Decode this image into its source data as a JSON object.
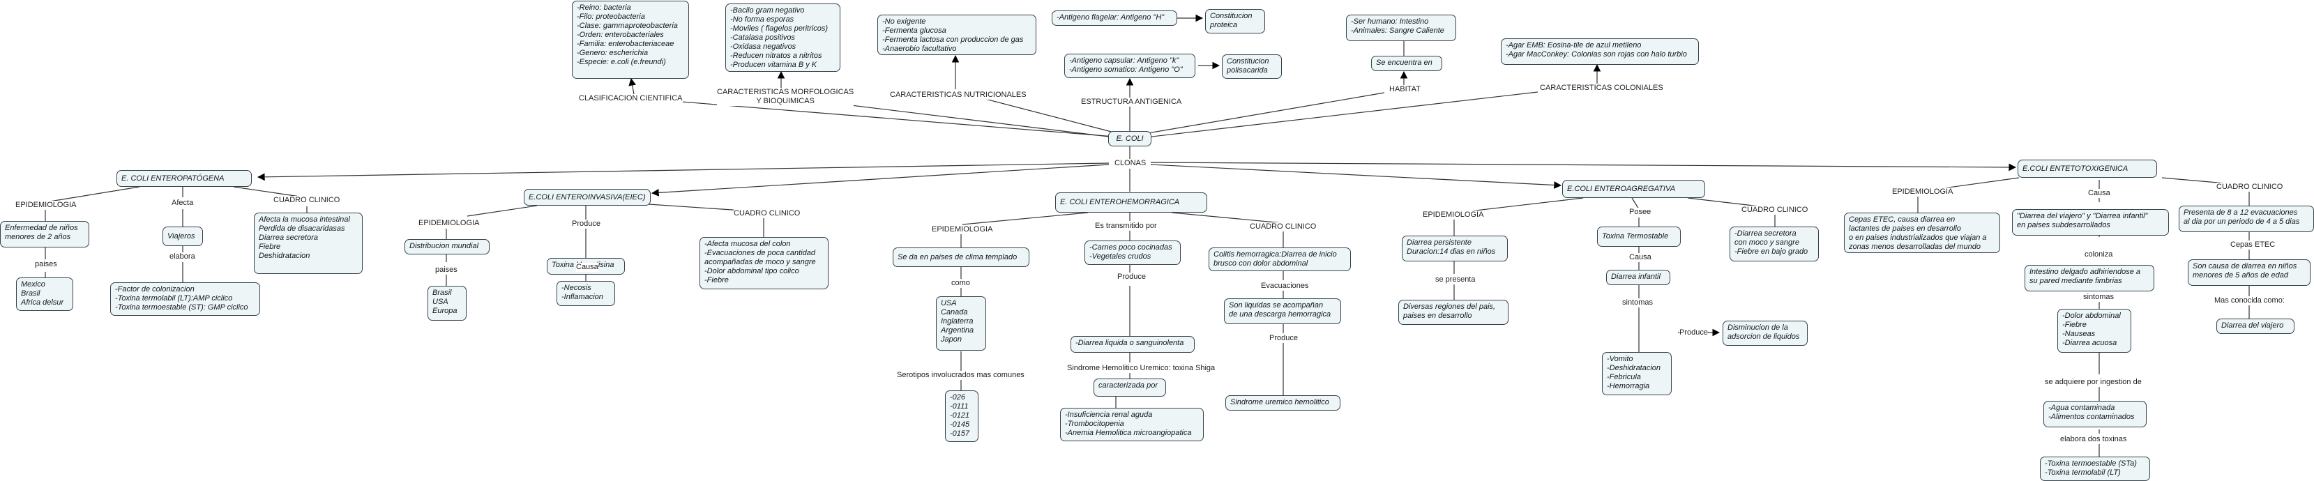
{
  "root": "E. COLI",
  "nodes": {
    "clasificacion": "-Reino: bacteria\n-Filo: proteobacteria\n-Clase: gammaproteobacteria\n-Orden: enterobacteriales\n-Familia: enterobacteriaceae\n-Genero: escherichia\n-Especie: e.coli (e.freundi)",
    "morfologicas": "-Bacilo gram negativo\n-No forma esporas\n-Moviles ( flagelos peritricos)\n-Catalasa positivos\n-Oxidasa negativos\n-Reducen nitratos a nitritos\n-Producen vitamina B y K",
    "nutricionales": "-No exigente\n-Fermenta glucosa\n-Fermenta lactosa con produccion de gas\n-Anaerobio facultativo",
    "antigeno_flagelar": "-Antigeno flagelar: Antigeno \"H\"",
    "constitucion_proteica": "Constitucion\nproteica",
    "antigeno_capsular": "-Antigeno capsular: Antigeno \"k\"\n-Antigeno somatico: Antigeno \"O\"",
    "constitucion_polisacarida": "Constitucion\npolisacarida",
    "habitat_ser_humano": "-Ser humano: Intestino\n-Animales: Sangre Caliente",
    "se_encuentra": "Se encuentra en",
    "agar": "-Agar EMB: Eosina-tile de azul metileno\n-Agar MacConkey: Colonias son rojas con halo turbio",
    "epec": "E. COLI ENTEROPATÓGENA (EPEC)",
    "epec_epi": "Enfermedad de niños\nmenores de 2 años",
    "epec_paises": "Mexico\nBrasil\nAfrica delsur",
    "epec_viajeros": "Viajeros",
    "epec_factor": "-Factor de colonizacion\n-Toxina termolabil (LT):AMP ciclico\n-Toxina termoestable (ST): GMP ciclico",
    "epec_clinico": "Afecta la mucosa intestinal\nPerdida de disacaridasas\nDiarrea secretora\nFiebre\nDeshidratacion",
    "eiec": "E.COLI ENTEROINVASIVA(EIEC)",
    "eiec_distribucion": "Distribucion mundial",
    "eiec_paises": "Brasil\nUSA\nEuropa",
    "eiec_toxina": "Toxina Hemolisina",
    "eiec_necrosis": "-Necosis\n-Inflamacion",
    "eiec_clinico": "-Afecta mucosa del colon\n-Evacuaciones de poca cantidad\nacompañadas de moco y sangre\n-Dolor abdominal tipo colico\n-Fiebre",
    "ehec": "E. COLI ENTEROHEMORRAGICA (EHEC)",
    "ehec_clima": "Se da en paises de clima templado",
    "ehec_paises": "USA\nCanada\nInglaterra\nArgentina\nJapon",
    "ehec_serotipos": "-026\n-0111\n-0121\n-0145\n-0157",
    "ehec_carnes": "-Carnes poco cocinadas\n-Vegetales crudos",
    "ehec_diarrea": "-Diarrea liquida o sanguinolenta",
    "ehec_caracterizado": "caracterizada por",
    "ehec_insuficiencia": "-Insuficiencia renal aguda\n-Trombocitopenia\n-Anemia Hemolitica microangiopatica",
    "ehec_colitis": "Colitis hemorragica:Diarrea de inicio\nbrusco con dolor abdominal",
    "ehec_liquidas": "Son liquidas se acompañan\nde una descarga hemorragica",
    "ehec_sindrome": "Sindrome uremico hemolitico",
    "eaec": "E.COLI ENTEROAGREGATIVA (EAEC)",
    "eaec_diarrea": "Diarrea persistente\nDuracion:14 dias en niños",
    "eaec_regiones": "Diversas regiones del pais,\npaises en desarrollo",
    "eaec_toxina": "Toxina Termostable",
    "eaec_infantil": "Diarrea infantil",
    "eaec_sintomas": "-Vomito\n-Deshidratacion\n-Febricula\n-Hemorragia",
    "eaec_disminucion": "Disminucion de la\nadsorcion de liquidos",
    "eaec_clinico": "-Diarrea secretora\ncon moco y sangre\n-Fiebre en bajo grado",
    "etec": "E.COLI ENTETOTOXIGENICA (RTEC)",
    "etec_cepas": "Cepas ETEC, causa diarrea en\nlactantes de paises en desarrollo\no en paises industrializados que viajan a\nzonas menos desarrolladas del mundo",
    "etec_causa": "\"Diarrea del viajero\" y \"Diarrea infantil\"\nen paises subdesarrollados",
    "etec_intestino": "Intestino delgado adhiriendose a\nsu pared mediante fimbrias",
    "etec_sintomas": "-Dolor abdominal\n-Fiebre\n-Nauseas\n-Diarrea acuosa",
    "etec_agua": "-Agua contaminada\n-Alimentos contaminados",
    "etec_toxinas": "-Toxina termoestable (STa)\n-Toxina termolabil (LT)",
    "etec_clinico": "Presenta de 8 a 12 evacuaciones\nal dia por un periodo de 4 a 5 dias",
    "etec_cepas_son": "Son causa de diarrea en niños\nmenores de 5 años de edad",
    "etec_viajero": "Diarrea del viajero"
  },
  "labels": {
    "clasificacion_cientifica": "CLASIFICACION CIENTIFICA",
    "caracteristicas_morfologicas": "CARACTERISTICAS MORFOLOGICAS\nY BIOQUIMICAS",
    "caracteristicas_nutricionales": "CARACTERISTICAS NUTRICIONALES",
    "estructura_antigenica": "ESTRUCTURA ANTIGENICA",
    "habitat": "HABITAT",
    "caracteristicas_coloniales": "CARACTERISTICAS COLONIALES",
    "clonas": "CLONAS",
    "epec_epidemiologia": "EPIDEMIOLOGIA",
    "epec_paises": "paises",
    "epec_afecta": "Afecta",
    "epec_elabora": "elabora",
    "epec_cuadro": "CUADRO CLINICO",
    "eiec_epidemiologia": "EPIDEMIOLOGIA",
    "eiec_paises": "paises",
    "eiec_produce": "Produce",
    "eiec_causa": "Causa",
    "eiec_cuadro": "CUADRO CLINICO",
    "ehec_epidemiologia": "EPIDEMIOLOGIA",
    "ehec_como": "como",
    "ehec_serotipos": "Serotipos involucrados mas comunes",
    "ehec_transmitido": "Es transmitido por",
    "ehec_produce": "Produce",
    "ehec_sindrome": "Sindrome Hemolitico Uremico: toxina Shiga",
    "ehec_cuadro": "CUADRO CLINICO",
    "ehec_evacuaciones": "Evacuaciones",
    "ehec_produce2": "Produce",
    "eaec_epidemiologia": "EPIDEMIOLOGIA",
    "eaec_presenta": "se presenta",
    "eaec_posee": "Posee",
    "eaec_causa": "Causa",
    "eaec_sintomas": "sintomas",
    "eaec_produce": "Produce",
    "eaec_cuadro": "CUADRO CLINICO",
    "etec_epidemiologia": "EPIDEMIOLOGIA",
    "etec_causa": "Causa",
    "etec_coloniza": "coloniza",
    "etec_sintomas": "sintomas",
    "etec_adquiere": "se adquiere por ingestion de",
    "etec_elabora": "elabora dos toxinas",
    "etec_cuadro": "CUADRO CLINICO",
    "etec_cepas": "Cepas ETEC",
    "etec_conocida": "Mas conocida como:"
  }
}
